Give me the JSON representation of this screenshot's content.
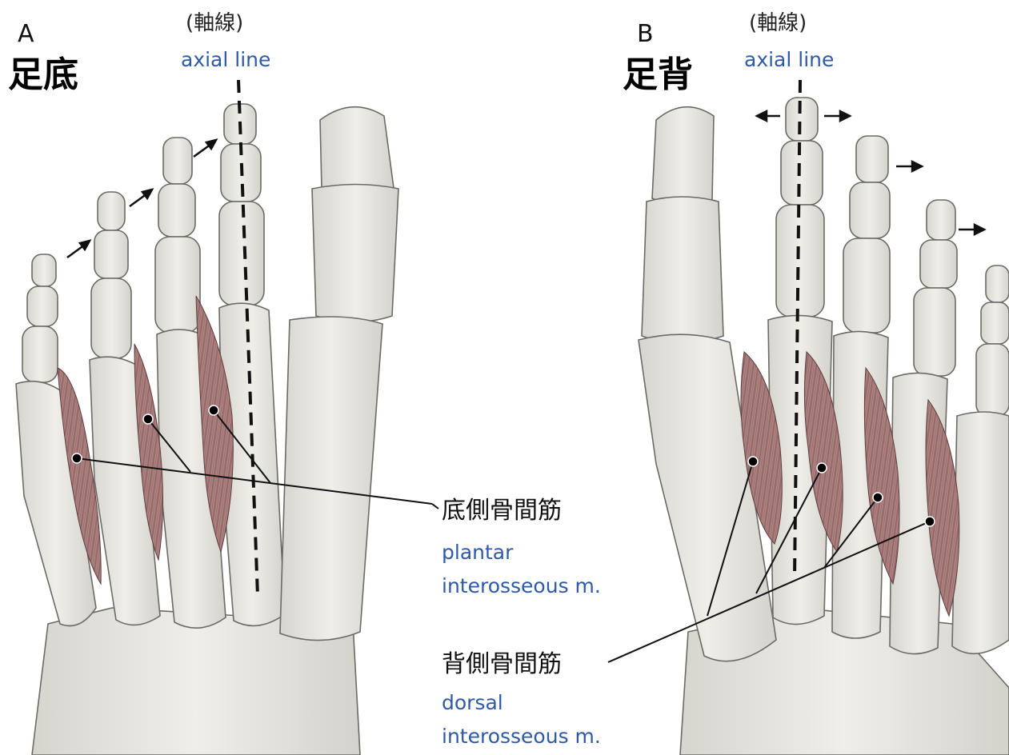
{
  "colors": {
    "bone_fill": "#e6e5df",
    "bone_edge": "#6b6b66",
    "muscle": "#a87a7a",
    "english_label": "#2e5aa8",
    "leader_line": "#111111"
  },
  "panel_a": {
    "letter": "A",
    "title": "足底",
    "axis_jp": "(軸線)",
    "axis_en": "axial line"
  },
  "panel_b": {
    "letter": "B",
    "title": "足背",
    "axis_jp": "(軸線)",
    "axis_en": "axial line"
  },
  "plantar_muscle": {
    "jp": "底側骨間筋",
    "en_line1": "plantar",
    "en_line2": "interosseous m."
  },
  "dorsal_muscle": {
    "jp": "背側骨間筋",
    "en_line1": "dorsal",
    "en_line2": "interosseous m."
  }
}
